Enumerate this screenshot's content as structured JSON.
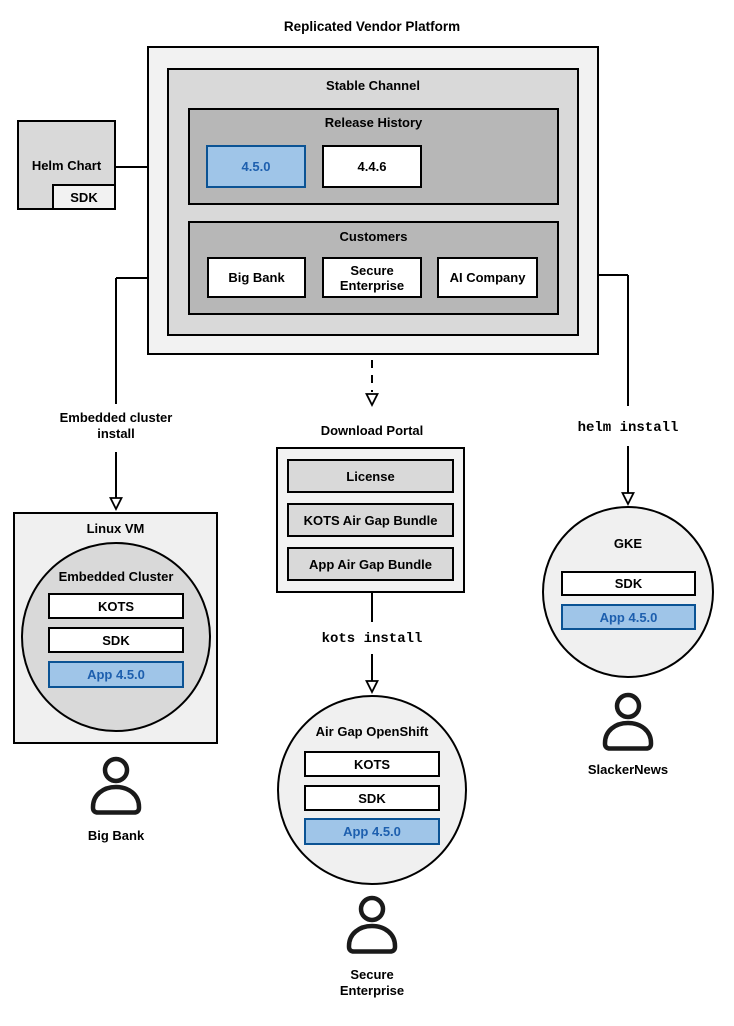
{
  "title": "Replicated Vendor Platform",
  "colors": {
    "outer_gray": "#f2f2f2",
    "mid_gray": "#d9d9d9",
    "dark_gray": "#b7b7b7",
    "card_gray": "#f0f0f0",
    "highlight_fill": "#9fc5e8",
    "highlight_border": "#0b5394",
    "highlight_text": "#1d5fae",
    "line": "#000000"
  },
  "platform": {
    "stable_channel_label": "Stable Channel",
    "release_history": {
      "label": "Release History",
      "releases": [
        "4.5.0",
        "4.4.6"
      ],
      "highlighted_release": "4.5.0"
    },
    "customers": {
      "label": "Customers",
      "names": [
        "Big Bank",
        "Secure Enterprise",
        "AI Company"
      ]
    }
  },
  "helm_chart": {
    "label": "Helm Chart",
    "sdk_label": "SDK"
  },
  "flows": {
    "big_bank": {
      "install_label": "Embedded cluster\ninstall",
      "vm": {
        "label": "Linux VM",
        "cluster_label": "Embedded Cluster",
        "components": [
          "KOTS",
          "SDK",
          "App 4.5.0"
        ]
      },
      "persona": "Big Bank"
    },
    "secure_enterprise": {
      "portal": {
        "label": "Download Portal",
        "items": [
          "License",
          "KOTS Air Gap Bundle",
          "App Air Gap Bundle"
        ]
      },
      "install_command": "kots install",
      "cluster": {
        "label": "Air Gap OpenShift",
        "components": [
          "KOTS",
          "SDK",
          "App 4.5.0"
        ]
      },
      "persona": "Secure\nEnterprise"
    },
    "slackernews": {
      "install_command": "helm install",
      "cluster": {
        "label": "GKE",
        "components": [
          "SDK",
          "App 4.5.0"
        ]
      },
      "persona": "SlackerNews"
    }
  }
}
